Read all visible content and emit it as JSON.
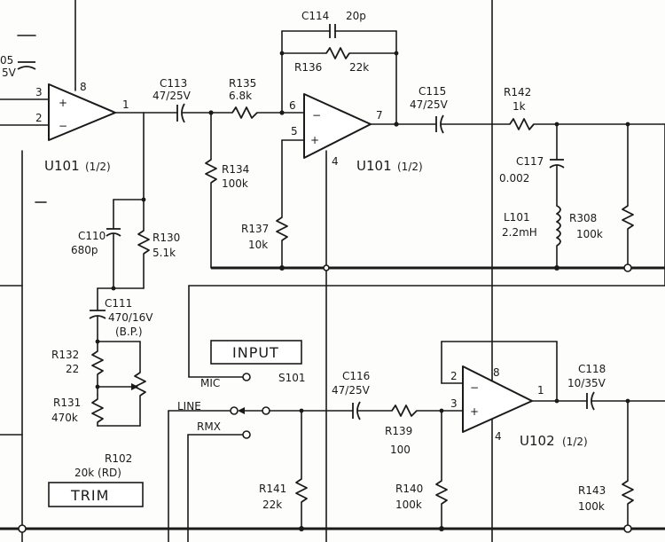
{
  "components": {
    "c105": {
      "ref": "05",
      "value": "5V"
    },
    "u101a": {
      "name": "U101",
      "section": "(1/2)",
      "pin_plus": "3",
      "pin_minus": "2",
      "pin_pwr": "8",
      "pin_out": "1",
      "sign_plus": "+",
      "sign_minus": "−"
    },
    "c113": {
      "ref": "C113",
      "value": "47/25V"
    },
    "r135": {
      "ref": "R135",
      "value": "6.8k"
    },
    "r134": {
      "ref": "R134",
      "value": "100k"
    },
    "c114": {
      "ref": "C114",
      "value": "20p"
    },
    "r136": {
      "ref": "R136",
      "value": "22k"
    },
    "u101b": {
      "name": "U101",
      "section": "(1/2)",
      "pin_minus": "6",
      "pin_plus": "5",
      "pin_out": "7",
      "pin_gnd": "4",
      "sign_plus": "+",
      "sign_minus": "−"
    },
    "r137": {
      "ref": "R137",
      "value": "10k"
    },
    "c115": {
      "ref": "C115",
      "value": "47/25V"
    },
    "r142": {
      "ref": "R142",
      "value": "1k"
    },
    "c117": {
      "ref": "C117",
      "value": "0.002"
    },
    "l101": {
      "ref": "L101",
      "value": "2.2mH"
    },
    "r308": {
      "ref": "R308",
      "value": "100k"
    },
    "c110": {
      "ref": "C110",
      "value": "680p"
    },
    "r130": {
      "ref": "R130",
      "value": "5.1k"
    },
    "c111": {
      "ref": "C111",
      "value": "470/16V",
      "note": "(B.P.)"
    },
    "r132": {
      "ref": "R132",
      "value": "22"
    },
    "r131": {
      "ref": "R131",
      "value": "470k"
    },
    "r102": {
      "ref": "R102",
      "value": "20k (RD)"
    },
    "trim_box": "TRIM",
    "input_box": "INPUT",
    "s101": {
      "ref": "S101",
      "positions": [
        "MIC",
        "LINE",
        "RMX"
      ]
    },
    "c116": {
      "ref": "C116",
      "value": "47/25V"
    },
    "r139": {
      "ref": "R139",
      "value": "100"
    },
    "r141": {
      "ref": "R141",
      "value": "22k"
    },
    "r140": {
      "ref": "R140",
      "value": "100k"
    },
    "u102": {
      "name": "U102",
      "section": "(1/2)",
      "pin_minus": "2",
      "pin_plus": "3",
      "pin_pwr": "8",
      "pin_out": "1",
      "pin_gnd": "4",
      "sign_plus": "+",
      "sign_minus": "−"
    },
    "c118": {
      "ref": "C118",
      "value": "10/35V"
    },
    "r143": {
      "ref": "R143",
      "value": "100k"
    }
  }
}
